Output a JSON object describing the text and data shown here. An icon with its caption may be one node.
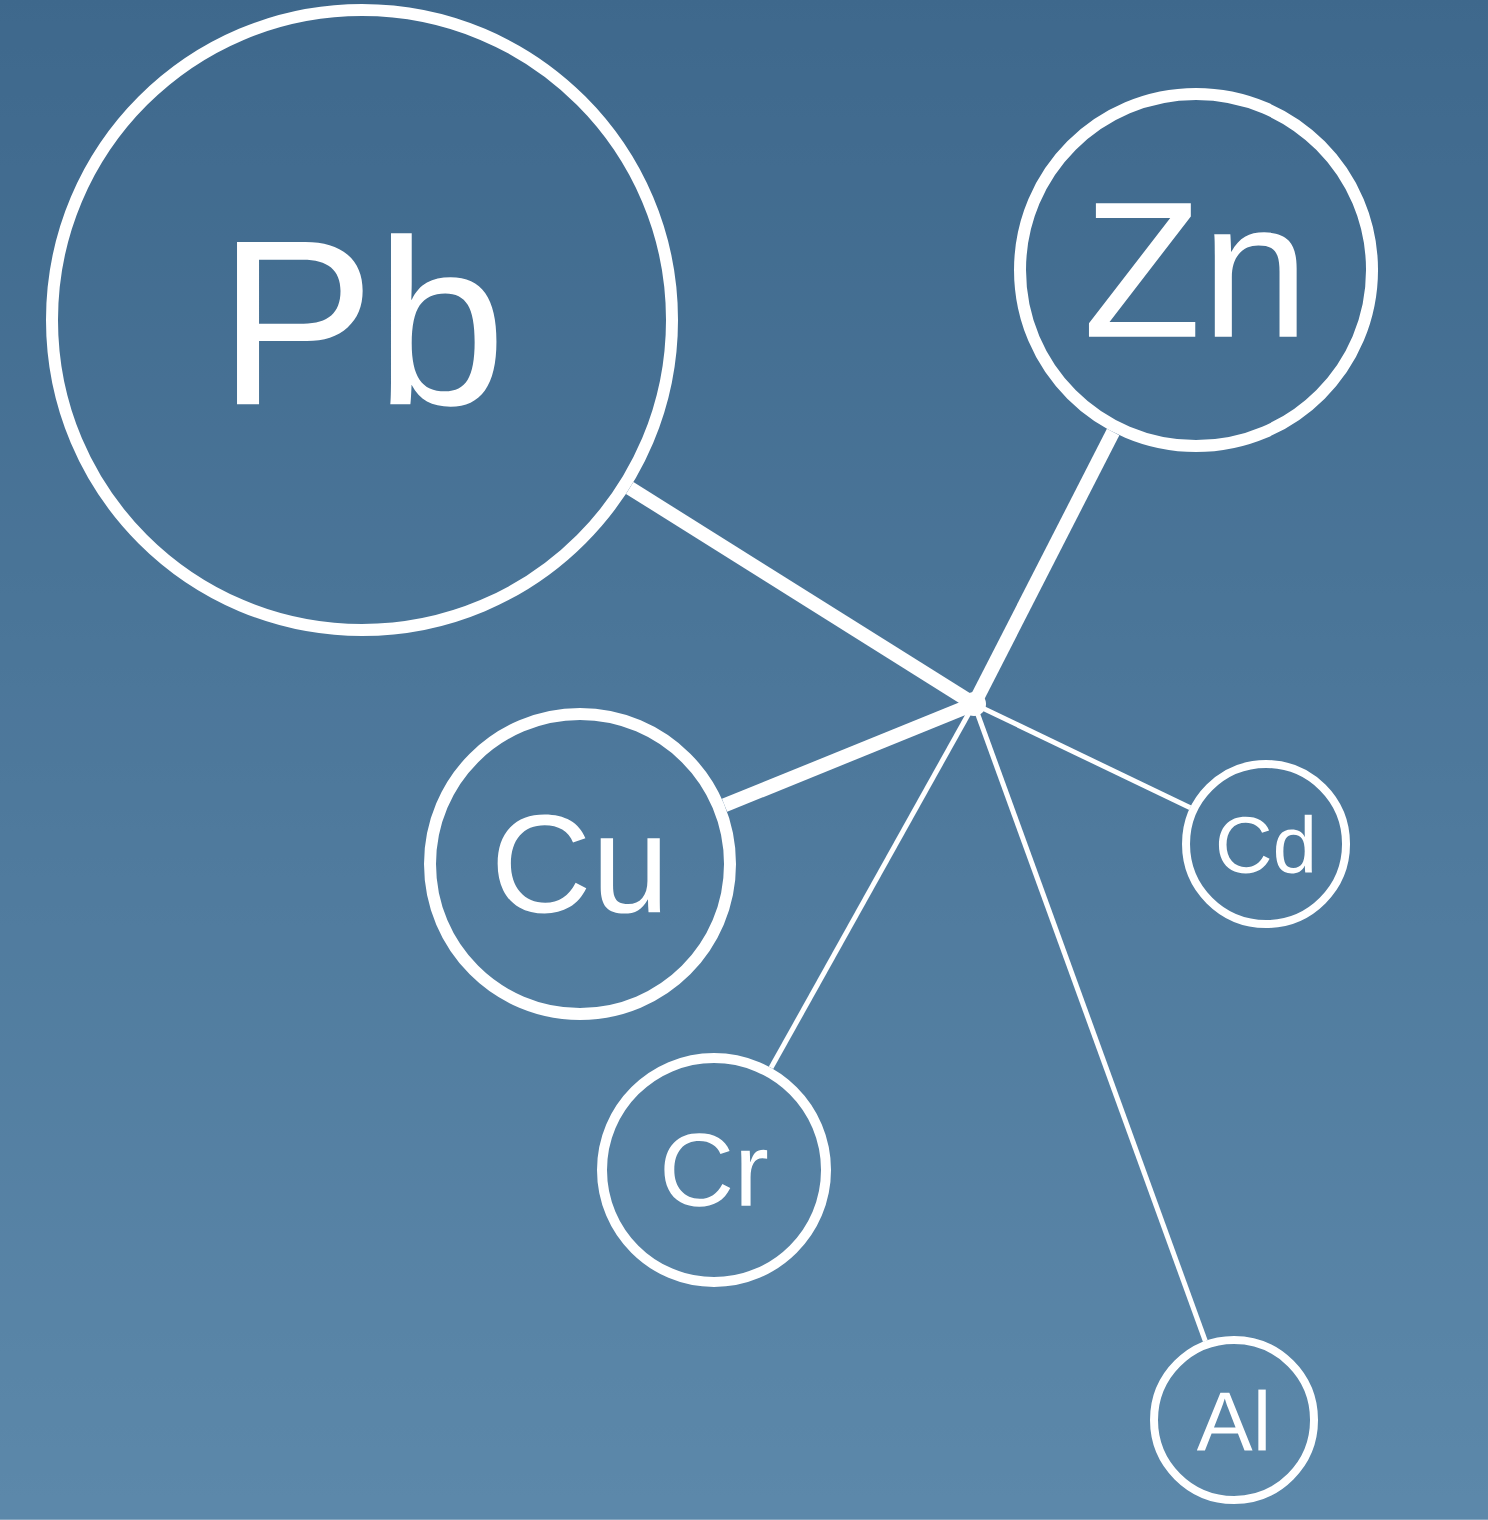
{
  "diagram": {
    "nodes": [
      {
        "text": [
          "Pb"
        ]
      },
      {
        "text": [
          "Zn"
        ]
      },
      {
        "text": [
          "Cu"
        ]
      },
      {
        "text": [
          "Cd"
        ]
      },
      {
        "text": [
          "Cr"
        ]
      },
      {
        "text": [
          "Al"
        ]
      },
      {
        "text": [],
        "shape": "point"
      }
    ],
    "edges": [
      {
        "from": 6,
        "to": 0,
        "arrow": "none",
        "style": "thick"
      },
      {
        "from": 6,
        "to": 1,
        "arrow": "none",
        "style": "thick"
      },
      {
        "from": 6,
        "to": 2,
        "arrow": "none",
        "style": "thick"
      },
      {
        "from": 6,
        "to": 3,
        "arrow": "none"
      },
      {
        "from": 6,
        "to": 4,
        "arrow": "none"
      },
      {
        "from": 6,
        "to": 5,
        "arrow": "none"
      }
    ]
  }
}
